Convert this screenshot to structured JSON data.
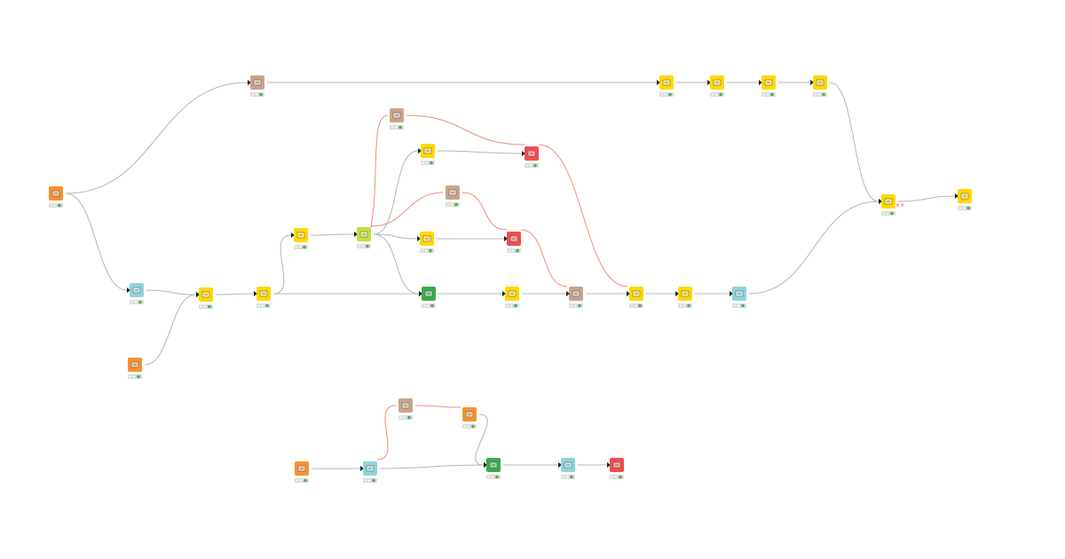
{
  "colors": {
    "edge": "#b5b5b5",
    "flow_variable_edge": "#f28b82",
    "status_ok": "#4caf50",
    "status_bg": "#dcdcdc"
  },
  "categories": {
    "source": "#f7922e",
    "manipulator": "#ffd800",
    "other": "#c9a48a",
    "view": "#f44c4c",
    "learner": "#8fd4dc",
    "loop": "#c8e03a",
    "metanode": "#3aaa4a"
  },
  "nodes": [
    {
      "id": "n1",
      "category": "source",
      "icon": "reader-icon",
      "status": "executed"
    },
    {
      "id": "n2",
      "category": "other",
      "icon": "sigma-icon",
      "status": "executed"
    },
    {
      "id": "n3",
      "category": "manipulator",
      "icon": "table-icon",
      "status": "executed"
    },
    {
      "id": "n4",
      "category": "manipulator",
      "icon": "table-icon",
      "status": "executed"
    },
    {
      "id": "n5",
      "category": "manipulator",
      "icon": "column-filter-icon",
      "status": "executed"
    },
    {
      "id": "n6",
      "category": "manipulator",
      "icon": "string-replace-icon",
      "status": "executed"
    },
    {
      "id": "n7",
      "category": "manipulator",
      "icon": "joiner-icon",
      "status": "warning"
    },
    {
      "id": "n8",
      "category": "manipulator",
      "icon": "writer-icon",
      "status": "executed"
    },
    {
      "id": "n9",
      "category": "learner",
      "icon": "partition-icon",
      "status": "executed"
    },
    {
      "id": "n10",
      "category": "manipulator",
      "icon": "component-icon",
      "status": "executed"
    },
    {
      "id": "n11",
      "category": "source",
      "icon": "component-icon",
      "status": "executed"
    },
    {
      "id": "n12",
      "category": "manipulator",
      "icon": "component-icon",
      "status": "executed"
    },
    {
      "id": "n13",
      "category": "manipulator",
      "icon": "component-icon",
      "status": "executed"
    },
    {
      "id": "n14",
      "category": "loop",
      "icon": "component-icon",
      "status": "executed"
    },
    {
      "id": "n15",
      "category": "other",
      "icon": "variable-icon",
      "status": "executed"
    },
    {
      "id": "n16",
      "category": "manipulator",
      "icon": "table-icon",
      "status": "executed"
    },
    {
      "id": "n17",
      "category": "view",
      "icon": "image-icon",
      "status": "executed"
    },
    {
      "id": "n18",
      "category": "other",
      "icon": "variable-icon",
      "status": "executed"
    },
    {
      "id": "n19",
      "category": "manipulator",
      "icon": "component-icon",
      "status": "executed"
    },
    {
      "id": "n20",
      "category": "view",
      "icon": "component-icon",
      "status": "executed"
    },
    {
      "id": "n21",
      "category": "metanode",
      "icon": "component-icon",
      "status": "executed"
    },
    {
      "id": "n22",
      "category": "manipulator",
      "icon": "component-icon",
      "status": "executed"
    },
    {
      "id": "n23",
      "category": "other",
      "icon": "gear-icon",
      "status": "executed"
    },
    {
      "id": "n24",
      "category": "manipulator",
      "icon": "table-icon",
      "status": "executed"
    },
    {
      "id": "n25",
      "category": "manipulator",
      "icon": "column-filter-icon",
      "status": "executed"
    },
    {
      "id": "n26",
      "category": "learner",
      "icon": "predictor-icon",
      "status": "executed"
    },
    {
      "id": "b1",
      "category": "source",
      "icon": "reader-icon",
      "status": "executed"
    },
    {
      "id": "b2",
      "category": "learner",
      "icon": "partition-icon",
      "status": "executed"
    },
    {
      "id": "b3",
      "category": "other",
      "icon": "variable-icon",
      "status": "executed"
    },
    {
      "id": "b4",
      "category": "source",
      "icon": "component-icon",
      "status": "executed"
    },
    {
      "id": "b5",
      "category": "metanode",
      "icon": "component-icon",
      "status": "executed"
    },
    {
      "id": "b6",
      "category": "learner",
      "icon": "predictor-icon",
      "status": "executed"
    },
    {
      "id": "b7",
      "category": "view",
      "icon": "chart-icon",
      "status": "executed"
    }
  ],
  "edges": [
    [
      "n1",
      "n2",
      "data"
    ],
    [
      "n2",
      "n3",
      "data"
    ],
    [
      "n3",
      "n4",
      "data"
    ],
    [
      "n4",
      "n5",
      "data"
    ],
    [
      "n5",
      "n6",
      "data"
    ],
    [
      "n6",
      "n7",
      "data"
    ],
    [
      "n7",
      "n8",
      "data"
    ],
    [
      "n1",
      "n9",
      "data"
    ],
    [
      "n9",
      "n10",
      "data"
    ],
    [
      "n11",
      "n10",
      "data"
    ],
    [
      "n10",
      "n12",
      "data"
    ],
    [
      "n12",
      "n13",
      "data"
    ],
    [
      "n12",
      "n21",
      "data"
    ],
    [
      "n13",
      "n14",
      "data"
    ],
    [
      "n14",
      "n16",
      "data"
    ],
    [
      "n14",
      "n19",
      "data"
    ],
    [
      "n14",
      "n21",
      "data"
    ],
    [
      "n16",
      "n17",
      "data"
    ],
    [
      "n15",
      "n14",
      "flow"
    ],
    [
      "n15",
      "n17",
      "flow"
    ],
    [
      "n14",
      "n18",
      "flow"
    ],
    [
      "n18",
      "n20",
      "flow"
    ],
    [
      "n19",
      "n20",
      "data"
    ],
    [
      "n20",
      "n23",
      "flow"
    ],
    [
      "n17",
      "n24",
      "flow"
    ],
    [
      "n21",
      "n22",
      "data"
    ],
    [
      "n22",
      "n23",
      "data"
    ],
    [
      "n23",
      "n24",
      "data"
    ],
    [
      "n24",
      "n25",
      "data"
    ],
    [
      "n25",
      "n26",
      "data"
    ],
    [
      "n26",
      "n7",
      "data"
    ],
    [
      "b1",
      "b2",
      "data"
    ],
    [
      "b2",
      "b3",
      "flow"
    ],
    [
      "b3",
      "b4",
      "flow"
    ],
    [
      "b4",
      "b5",
      "data"
    ],
    [
      "b2",
      "b5",
      "data"
    ],
    [
      "b5",
      "b6",
      "data"
    ],
    [
      "b6",
      "b7",
      "data"
    ]
  ]
}
